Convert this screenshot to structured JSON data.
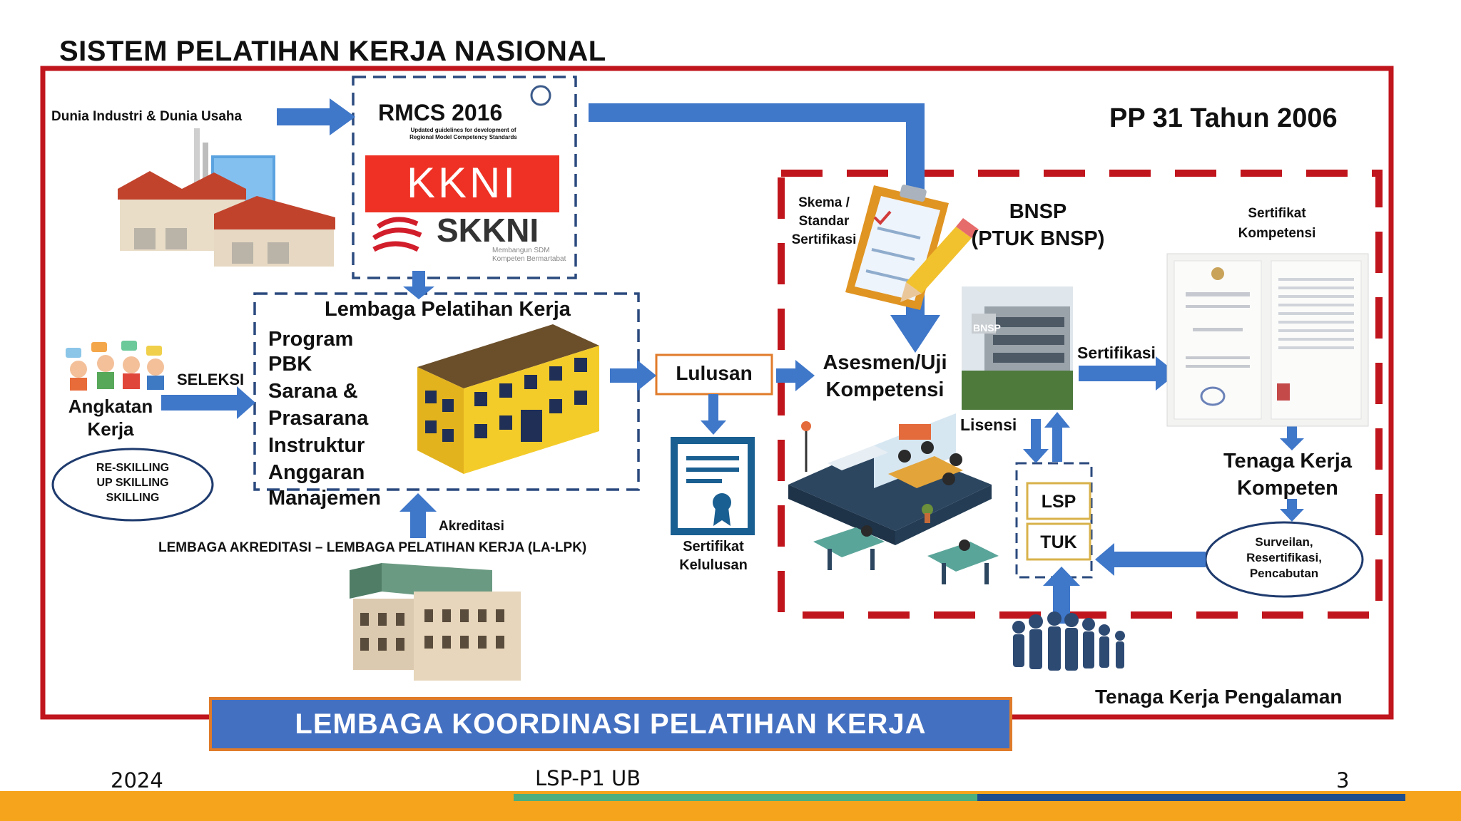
{
  "diagram": {
    "title": "SISTEM PELATIHAN KERJA NASIONAL",
    "regulation": "PP 31 Tahun 2006",
    "industry_label": "Dunia Industri & Dunia Usaha",
    "rmcs": {
      "title": "RMCS 2016",
      "subtitle": "Updated guidelines for development of\nRegional Model Competency Standards",
      "kkni": "KKNI",
      "skkni": "SKKNI",
      "skkni_tagline": "Membangun SDM\nKompeten Bermartabat"
    },
    "training": {
      "title": "Lembaga Pelatihan Kerja",
      "items": [
        "Program",
        "PBK",
        "Sarana &",
        "Prasarana",
        "Instruktur",
        "Anggaran",
        "Manajemen"
      ]
    },
    "workforce": {
      "seleksi": "SELEKSI",
      "angkatan": "Angkatan\nKerja",
      "skilling": "RE-SKILLING\nUP SKILLING\nSKILLING"
    },
    "lulusan": "Lulusan",
    "sertifikat_kelulusan": "Sertifikat\nKelulusan",
    "akreditasi": "Akreditasi",
    "la_lpk": "LEMBAGA AKREDITASI – LEMBAGA PELATIHAN KERJA (LA-LPK)",
    "skema": "Skema /\nStandar\nSertifikasi",
    "bnsp": "BNSP\n(PTUK BNSP)",
    "bnsp_sign": "BNSP",
    "asesmen": "Asesmen/Uji\nKompetensi",
    "sertifikasi": "Sertifikasi",
    "lisensi": "Lisensi",
    "lsp": "LSP",
    "tuk": "TUK",
    "sertifikat_kompetensi": "Sertifikat\nKompetensi",
    "tenaga_kompeten": "Tenaga Kerja\nKompeten",
    "surveilan": "Surveilan,\nResertifikasi,\nPencabutan",
    "tenaga_pengalaman": "Tenaga Kerja Pengalaman",
    "banner": "LEMBAGA KOORDINASI PELATIHAN KERJA"
  },
  "footer": {
    "year": "2024",
    "org": "LSP-P1 UB",
    "page": "3"
  },
  "colors": {
    "frame_red": "#c0151c",
    "arrow_blue": "#3f77c9",
    "banner_blue": "#4470c1",
    "kkni_red": "#ee3124",
    "footer_orange": "#f6a41c",
    "footer_green": "#4caf7d",
    "footer_navy": "#1e4f8c"
  }
}
